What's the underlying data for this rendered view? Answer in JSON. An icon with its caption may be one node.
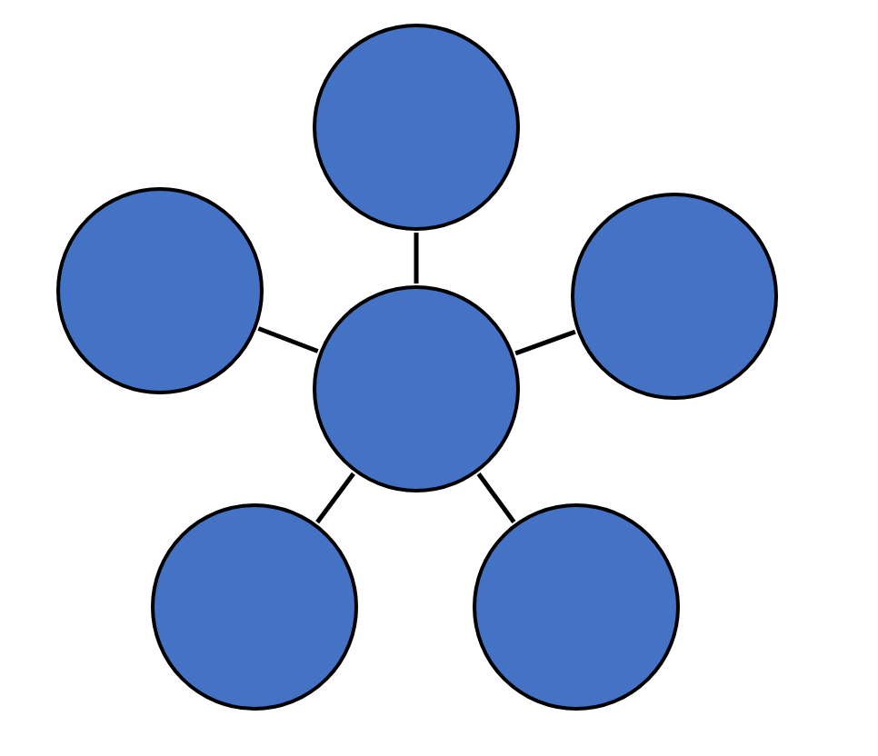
{
  "diagram": {
    "nodes": [
      {
        "text": [],
        "shape": "circle"
      },
      {
        "text": [],
        "shape": "circle"
      },
      {
        "text": [],
        "shape": "circle"
      },
      {
        "text": [],
        "shape": "circle"
      },
      {
        "text": [],
        "shape": "circle"
      },
      {
        "text": [],
        "shape": "circle"
      }
    ],
    "edges": [
      {
        "from": 3,
        "to": 0,
        "arrow": "none"
      },
      {
        "from": 3,
        "to": 1,
        "arrow": "none"
      },
      {
        "from": 3,
        "to": 2,
        "arrow": "none"
      },
      {
        "from": 3,
        "to": 4,
        "arrow": "none"
      },
      {
        "from": 3,
        "to": 5,
        "arrow": "none"
      }
    ]
  }
}
